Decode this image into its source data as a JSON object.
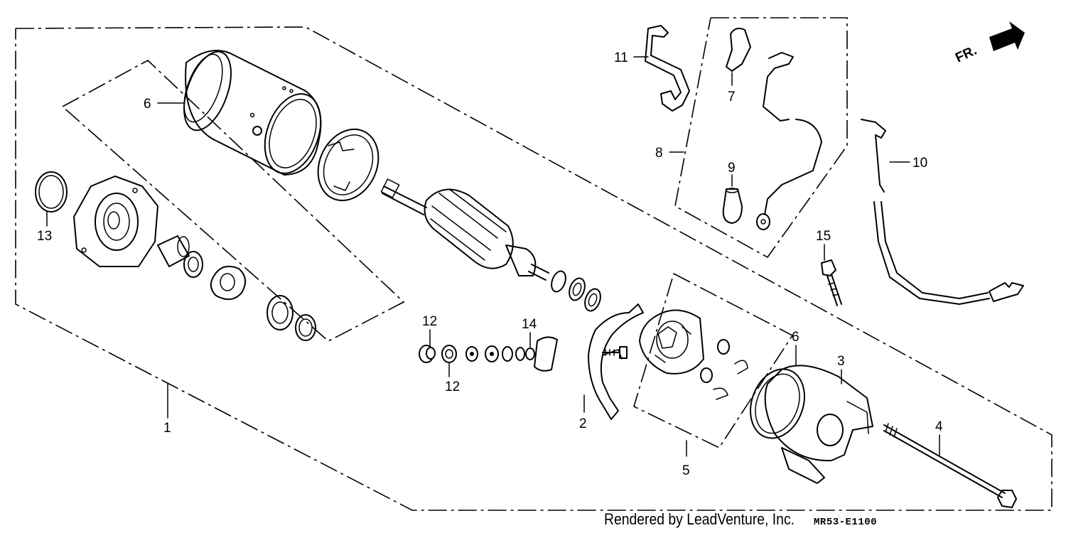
{
  "diagram": {
    "direction_marker": "FR.",
    "callouts": {
      "c1": "1",
      "c2": "2",
      "c3": "3",
      "c4": "4",
      "c5": "5",
      "c6a": "6",
      "c6b": "6",
      "c7": "7",
      "c8": "8",
      "c9": "9",
      "c10": "10",
      "c11": "11",
      "c12a": "12",
      "c12b": "12",
      "c13": "13",
      "c14": "14",
      "c15": "15"
    }
  },
  "footer": {
    "credit": "Rendered by LeadVenture, Inc.",
    "diagram_code": "MR53-E1100"
  }
}
